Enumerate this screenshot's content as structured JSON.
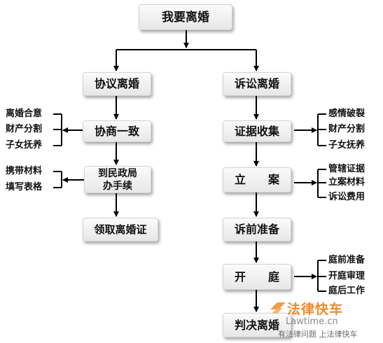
{
  "root": "我要离婚",
  "left_branch": {
    "title": "协议离婚",
    "step_agree": "协商一致",
    "agree_items": [
      "离婚合意",
      "财产分割",
      "子女抚养"
    ],
    "step_bureau_line1": "到民政局",
    "step_bureau_line2": "办手续",
    "bureau_items": [
      "携带材料",
      "填写表格"
    ],
    "step_certificate": "领取离婚证"
  },
  "right_branch": {
    "title": "诉讼离婚",
    "step_evidence": "证据收集",
    "evidence_items": [
      "感情破裂",
      "财产分割",
      "子女抚养"
    ],
    "step_filing": "立　　案",
    "filing_items": [
      "管辖证据",
      "立案材料",
      "诉讼费用"
    ],
    "step_prep": "诉前准备",
    "step_trial": "开　　庭",
    "trial_items": [
      "庭前准备",
      "开庭审理",
      "庭后工作"
    ],
    "step_judgment": "判决离婚"
  },
  "watermark": {
    "brand": "法律快车",
    "url": "Lawtime.cn",
    "slogan": "有法律问题  上法律快车"
  },
  "colors": {
    "line": "#000000",
    "box_top": "#fbfbfb",
    "box_bottom": "#e7e7e7",
    "watermark_orange": "#f28a2a"
  }
}
